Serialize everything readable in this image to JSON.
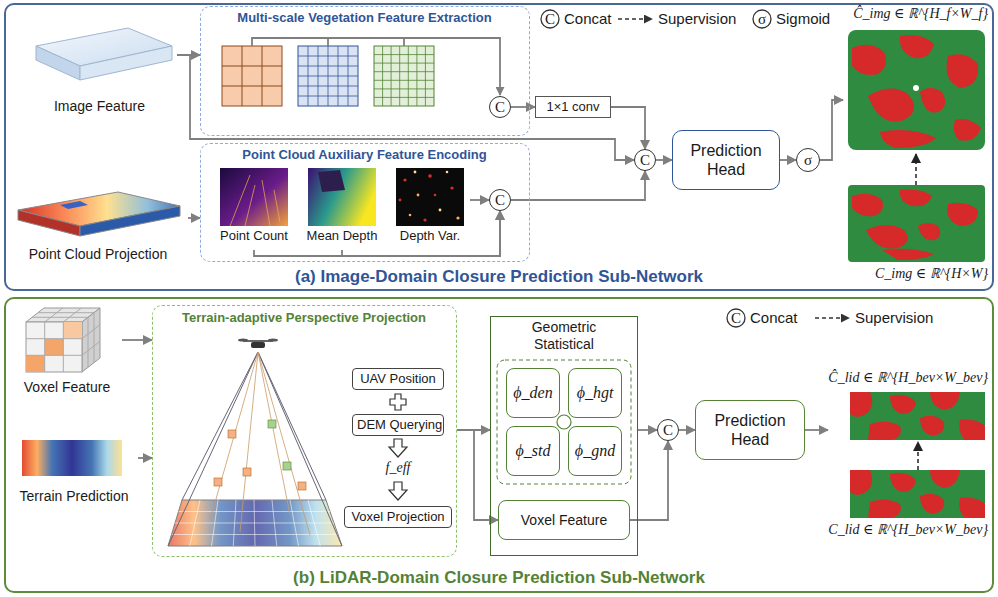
{
  "diagram": {
    "nodes": [
      {
        "text": [
          "(a) Image-Domain Closure Prediction Sub-Network"
        ]
      },
      {
        "text": [
          "Image Feature"
        ],
        "in": 0
      },
      {
        "text": [
          "Multi-scale Vegetation Feature Extraction"
        ],
        "in": 0
      },
      {
        "text": [
          "C"
        ],
        "in": 2
      },
      {
        "text": [
          "1×1 conv"
        ],
        "in": 0
      },
      {
        "text": [
          "Point Cloud Projection"
        ],
        "in": 0
      },
      {
        "text": [
          "Point Cloud Auxiliary Feature Encoding"
        ],
        "in": 0
      },
      {
        "text": [
          "Point Count"
        ],
        "in": 6
      },
      {
        "text": [
          "Mean Depth"
        ],
        "in": 6
      },
      {
        "text": [
          "Depth Var."
        ],
        "in": 6
      },
      {
        "text": [
          "C"
        ],
        "in": 6
      },
      {
        "text": [
          "C"
        ],
        "in": 0
      },
      {
        "text": [
          "Prediction Head"
        ],
        "in": 0
      },
      {
        "text": [
          "σ"
        ],
        "in": 0
      },
      {
        "text": [
          "Ĉ_img ∈ ℝ^{H_f×W_f}"
        ],
        "in": 0
      },
      {
        "text": [
          "C_img ∈ ℝ^{H×W}"
        ],
        "in": 0
      },
      {
        "text": [
          "(b) LiDAR-Domain Closure Prediction Sub-Network"
        ]
      },
      {
        "text": [
          "Voxel Feature"
        ],
        "in": 16
      },
      {
        "text": [
          "Terrain Prediction"
        ],
        "in": 16
      },
      {
        "text": [
          "Terrain-adaptive Perspective Projection"
        ],
        "in": 16
      },
      {
        "text": [
          "UAV Position"
        ],
        "in": 19
      },
      {
        "text": [
          "DEM Querying"
        ],
        "in": 19
      },
      {
        "text": [
          "Voxel Projection"
        ],
        "in": 19
      },
      {
        "text": [
          "Geometric Statistical"
        ],
        "in": 16
      },
      {
        "text": [
          "ϕ_den"
        ],
        "in": 23
      },
      {
        "text": [
          "ϕ_hgt"
        ],
        "in": 23
      },
      {
        "text": [
          "ϕ_std"
        ],
        "in": 23
      },
      {
        "text": [
          "ϕ_gnd"
        ],
        "in": 23
      },
      {
        "text": [
          "Voxel Feature"
        ],
        "in": 23
      },
      {
        "text": [
          "C"
        ],
        "in": 16
      },
      {
        "text": [
          "Prediction Head"
        ],
        "in": 16
      },
      {
        "text": [
          "Ĉ_lid ∈ ℝ^{H_bev×W_bev}"
        ],
        "in": 16
      },
      {
        "text": [
          "C_lid ∈ ℝ^{H_bev×W_bev}"
        ],
        "in": 16
      }
    ],
    "edges": [
      {
        "from": 1,
        "to": 2,
        "arrow": "to"
      },
      {
        "from": 1,
        "to": 11,
        "arrow": "to"
      },
      {
        "from": 3,
        "to": 4,
        "arrow": "to"
      },
      {
        "from": 4,
        "to": 11,
        "arrow": "to"
      },
      {
        "from": 5,
        "to": 6,
        "arrow": "to"
      },
      {
        "from": 7,
        "to": 10,
        "arrow": "to"
      },
      {
        "from": 8,
        "to": 10,
        "arrow": "to"
      },
      {
        "from": 9,
        "to": 10,
        "arrow": "to"
      },
      {
        "from": 10,
        "to": 11,
        "arrow": "to"
      },
      {
        "from": 11,
        "to": 12,
        "arrow": "to"
      },
      {
        "from": 12,
        "to": 13,
        "arrow": "to"
      },
      {
        "from": 13,
        "to": 14,
        "arrow": "to"
      },
      {
        "from": 15,
        "to": 14,
        "arrow": "to"
      },
      {
        "from": 17,
        "to": 19,
        "arrow": "to"
      },
      {
        "from": 18,
        "to": 19,
        "arrow": "to"
      },
      {
        "from": 19,
        "to": 23,
        "arrow": "to"
      },
      {
        "from": 19,
        "to": 28,
        "arrow": "to"
      },
      {
        "from": 23,
        "to": 29,
        "arrow": "to"
      },
      {
        "from": 28,
        "to": 29,
        "arrow": "to"
      },
      {
        "from": 29,
        "to": 30,
        "arrow": "to"
      },
      {
        "from": 30,
        "to": 31,
        "arrow": "to"
      },
      {
        "from": 32,
        "to": 31,
        "arrow": "to"
      }
    ],
    "labels": [
      "C",
      "σ",
      "f_eff",
      "C"
    ],
    "legend": [
      {
        "text": "Concat"
      },
      {
        "text": "Supervision"
      },
      {
        "text": "Sigmoid"
      },
      {
        "text": "Concat"
      },
      {
        "text": "Supervision"
      }
    ]
  }
}
